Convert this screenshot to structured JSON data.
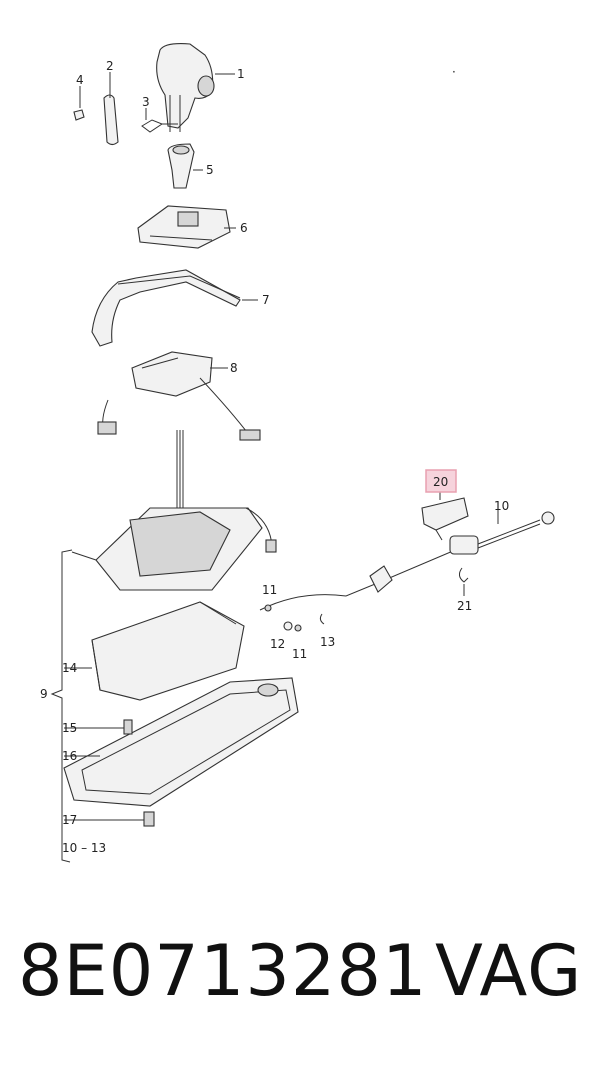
{
  "diagram": {
    "callouts": [
      "1",
      "2",
      "3",
      "4",
      "5",
      "6",
      "7",
      "8",
      "9",
      "10",
      "11",
      "11",
      "12",
      "13",
      "14",
      "15",
      "16",
      "17",
      "20",
      "21",
      "10 – 13"
    ],
    "highlighted_callout": "20",
    "highlight_color": "#e8a0b0"
  },
  "footer": {
    "part_number": "8E0713281",
    "brand": "VAG"
  }
}
